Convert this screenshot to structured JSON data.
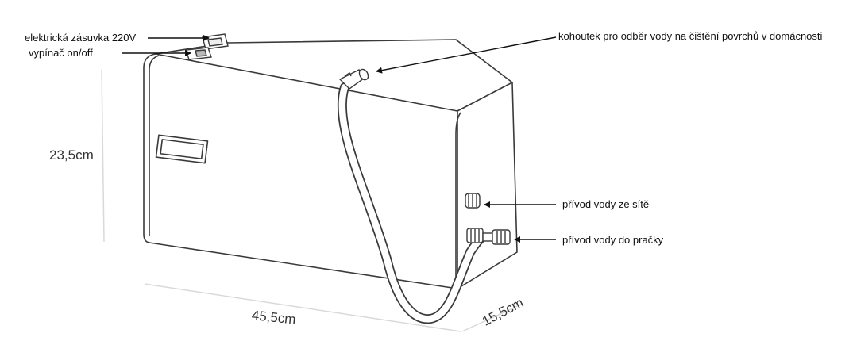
{
  "labels": {
    "socket": "elektrická zásuvka 220V",
    "switch": "vypínač on/off",
    "tap": "kohoutek pro odběr vody na čištění povrchů v domácnosti",
    "water_inlet": "přívod vody ze sítě",
    "washer_outlet": "přívod vody do pračky"
  },
  "dimensions": {
    "height": "23,5cm",
    "width": "45,5cm",
    "depth": "15,5cm"
  },
  "colors": {
    "line": "#3a3a3a",
    "dim_line": "#d9d9d9",
    "text": "#111111"
  }
}
